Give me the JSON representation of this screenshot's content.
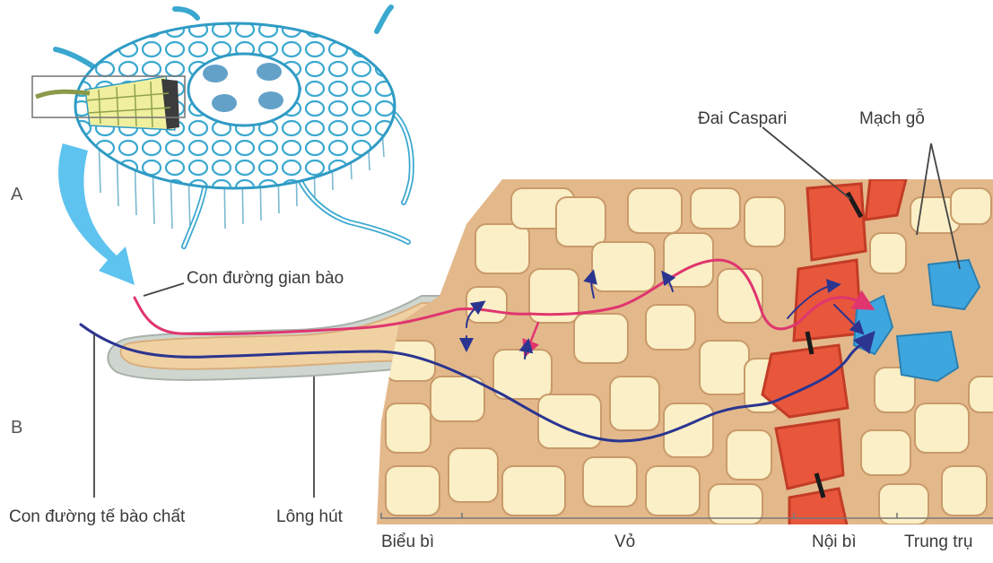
{
  "panels": {
    "a": "A",
    "b": "B"
  },
  "labels": {
    "apoplast": "Con đường gian bào",
    "casparian": "Đai Caspari",
    "xylem": "Mạch gỗ",
    "symplast": "Con đường tế bào chất",
    "root_hair": "Lông hút"
  },
  "regions": {
    "epidermis": "Biểu bì",
    "cortex": "Vỏ",
    "endodermis": "Nội bì",
    "stele": "Trung trụ"
  },
  "colors": {
    "cell_wall": "#e3b98c",
    "cell_fill": "#faefc6",
    "endodermis": "#e8573c",
    "xylem": "#3ea6de",
    "apoplast_path": "#e0356f",
    "symplast_path": "#2b3590",
    "cross_section": "#3aa8cf",
    "arrow": "#5ec3ef"
  }
}
